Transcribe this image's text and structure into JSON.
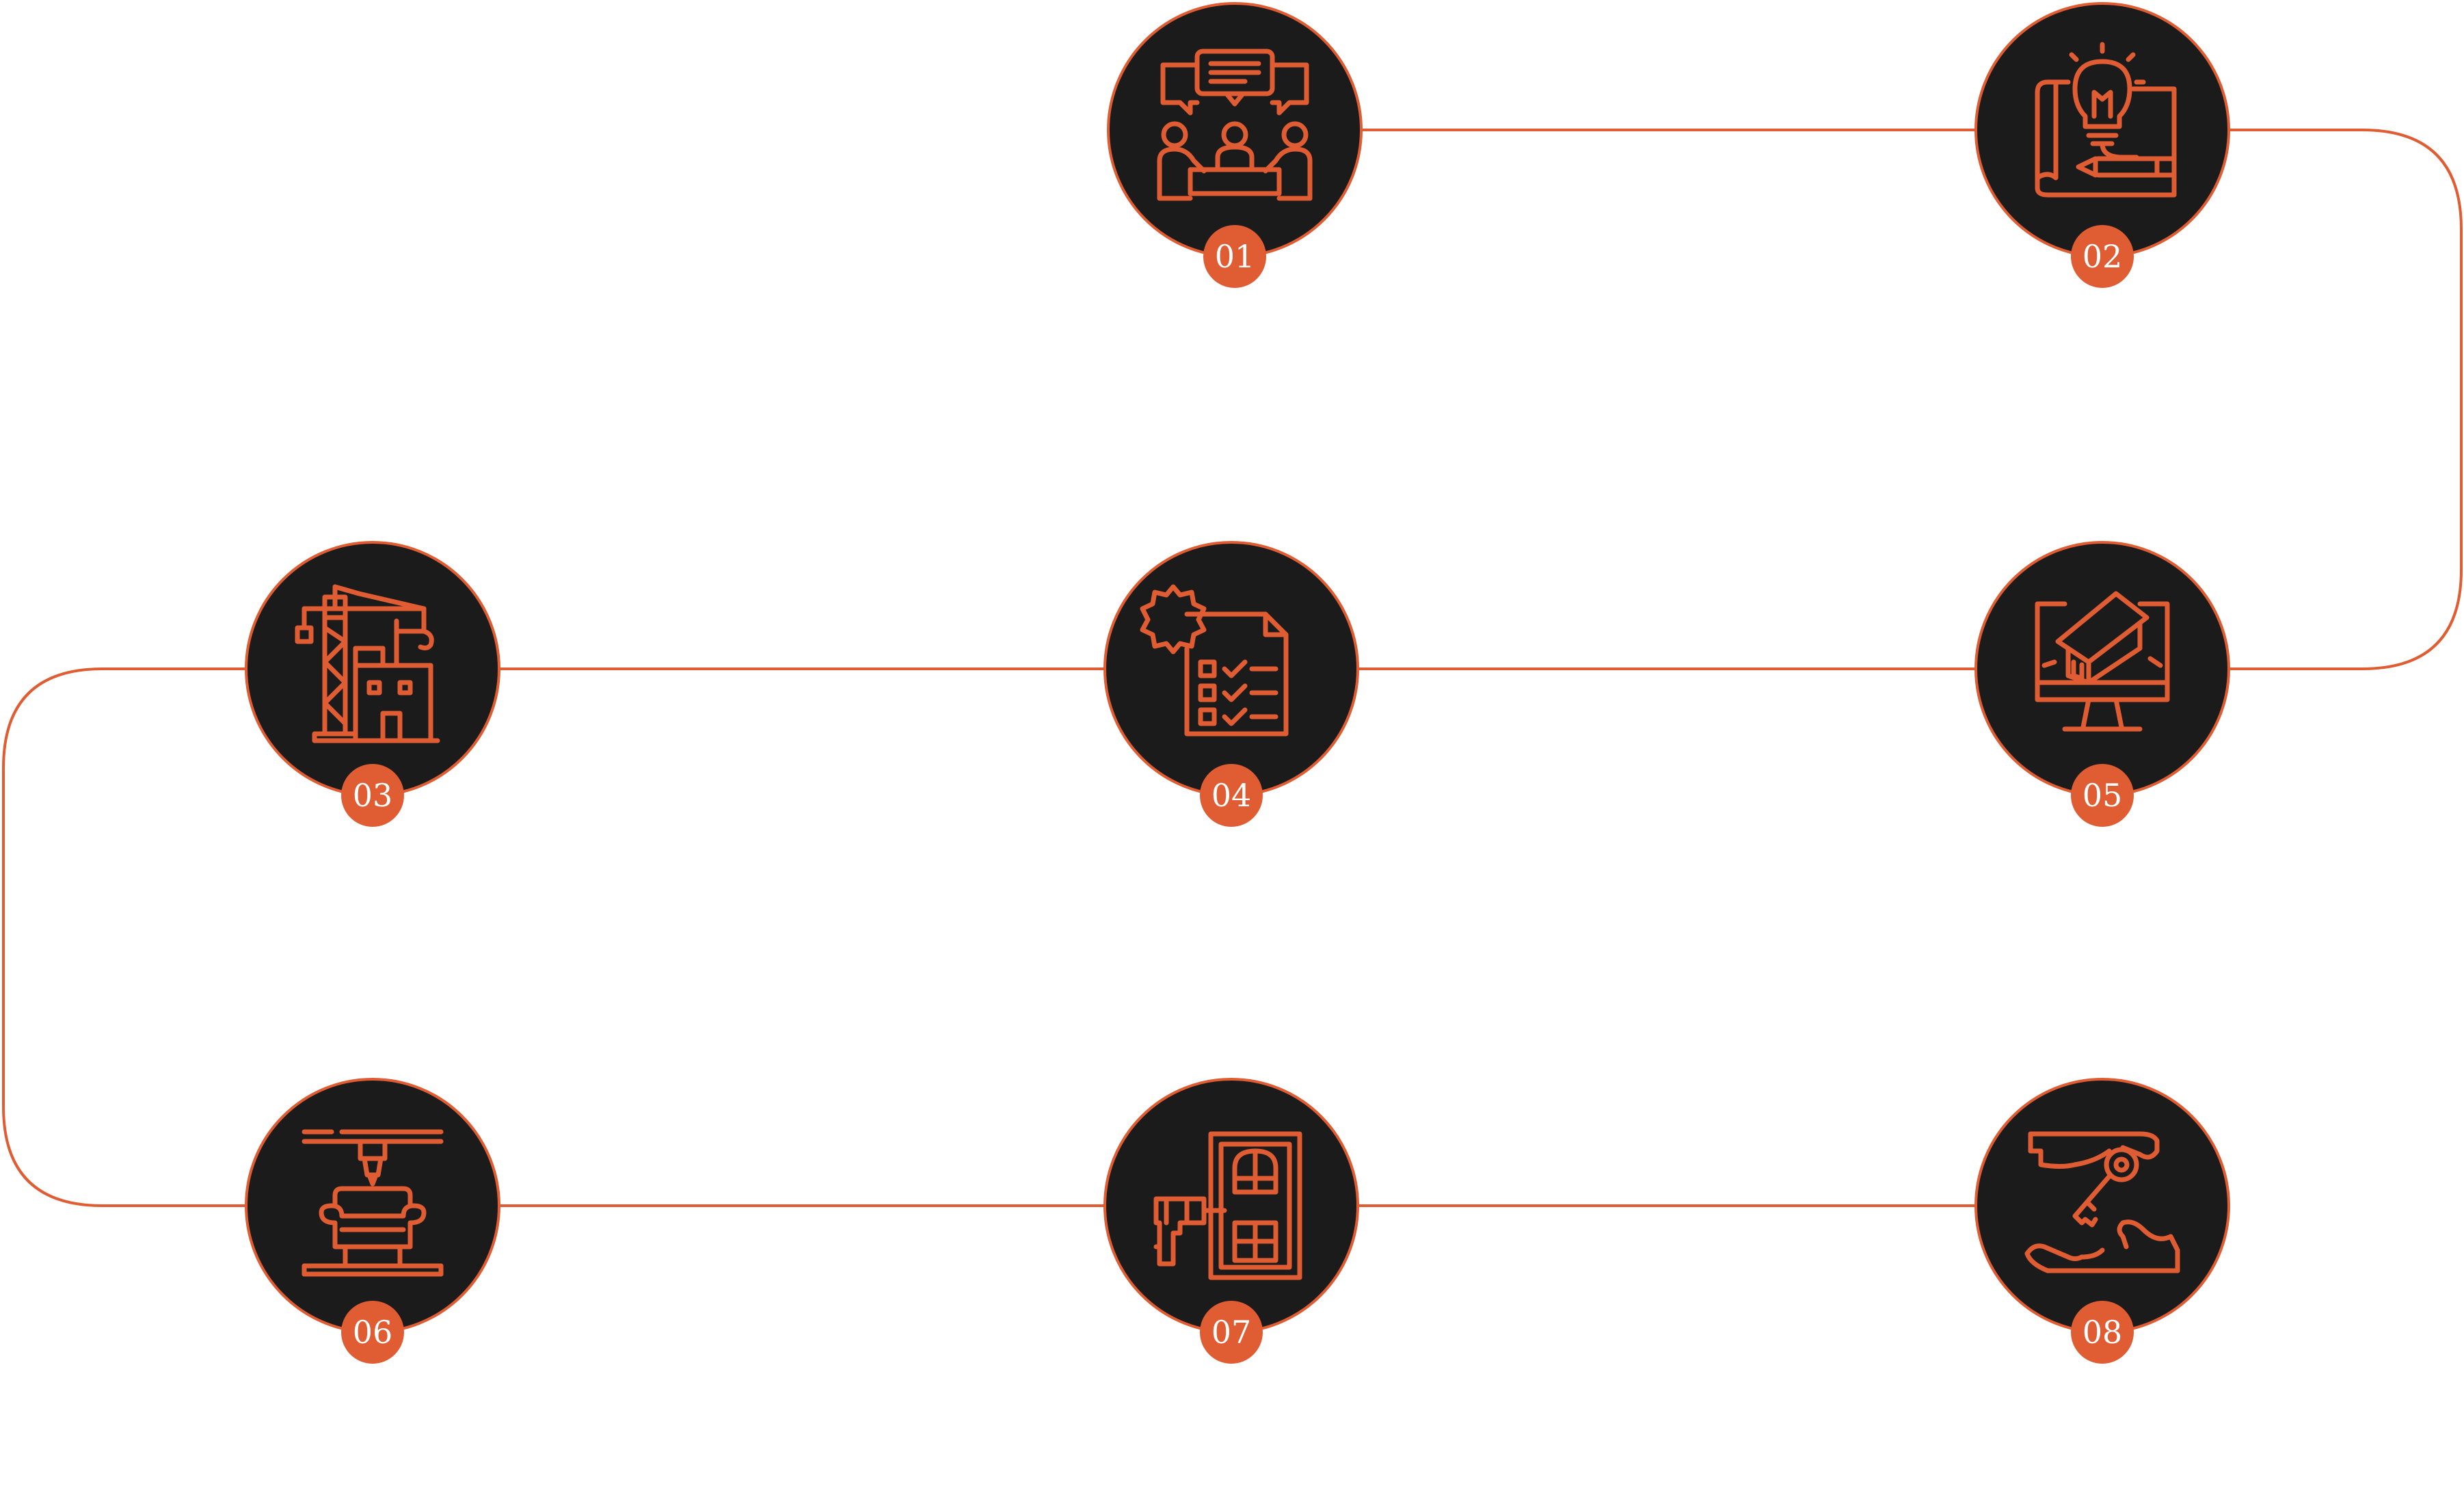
{
  "colors": {
    "accent": "#e05c32",
    "circle_fill": "#1c1b1b",
    "background": "#ffffff",
    "badge_text": "#ffffff"
  },
  "steps": [
    {
      "number": "01",
      "icon": "meeting-discussion-icon"
    },
    {
      "number": "02",
      "icon": "idea-blueprint-icon"
    },
    {
      "number": "03",
      "icon": "crane-construction-icon"
    },
    {
      "number": "04",
      "icon": "settings-checklist-icon"
    },
    {
      "number": "05",
      "icon": "computer-house-model-icon"
    },
    {
      "number": "06",
      "icon": "furniture-printing-icon"
    },
    {
      "number": "07",
      "icon": "door-drill-icon"
    },
    {
      "number": "08",
      "icon": "hand-over-keys-icon"
    }
  ]
}
